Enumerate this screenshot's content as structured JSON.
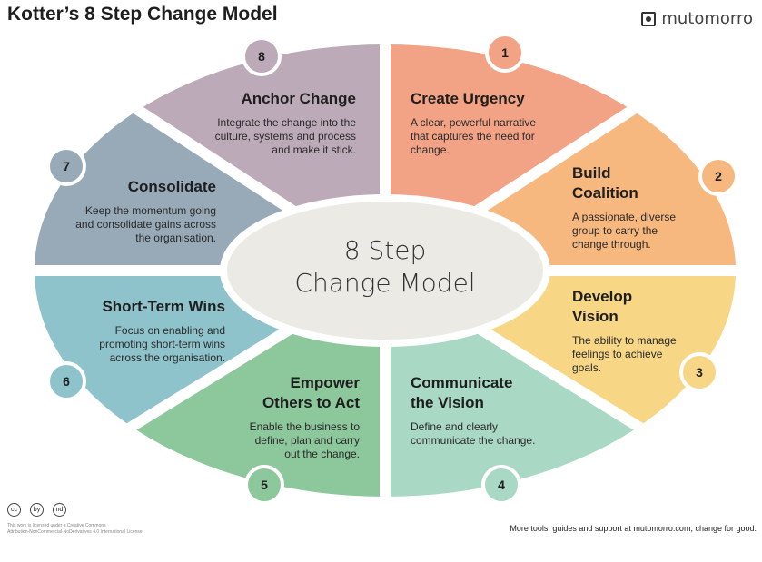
{
  "title": "Kotter’s 8 Step Change Model",
  "brand": "mutomorro",
  "center": {
    "line1": "8 Step",
    "line2": "Change Model"
  },
  "steps": [
    {
      "num": "1",
      "title": "Create Urgency",
      "desc": "A clear, powerful narrative that captures the need for change.",
      "color": "#F2A285"
    },
    {
      "num": "2",
      "title": "Build Coalition",
      "desc": "A passionate, diverse group to carry the change through.",
      "color": "#F6B87F"
    },
    {
      "num": "3",
      "title": "Develop Vision",
      "desc": "The ability to manage feelings to achieve goals.",
      "color": "#F7D685"
    },
    {
      "num": "4",
      "title": "Communicate the Vision",
      "desc": "Define and clearly communicate the change.",
      "color": "#A9D8C4"
    },
    {
      "num": "5",
      "title": "Empower Others to Act",
      "desc": "Enable the business to define, plan and carry out the change.",
      "color": "#8DC79C"
    },
    {
      "num": "6",
      "title": "Short-Term Wins",
      "desc": "Focus on enabling and promoting short-term wins across the organisation.",
      "color": "#8EC3CB"
    },
    {
      "num": "7",
      "title": "Consolidate",
      "desc": "Keep the momentum going and consolidate gains across the organisation.",
      "color": "#98AAB8"
    },
    {
      "num": "8",
      "title": "Anchor Change",
      "desc": "Integrate the change into the culture, systems and process and make it stick.",
      "color": "#BCAAB8"
    }
  ],
  "license": {
    "icons": [
      "cc",
      "by",
      "nd"
    ],
    "line1": "This work is licensed under a Creative Commons",
    "line2": "Attribution-NonCommercial-NoDerivatives 4.0 International License."
  },
  "footer": "More tools, guides and support at mutomorro.com, change for good."
}
